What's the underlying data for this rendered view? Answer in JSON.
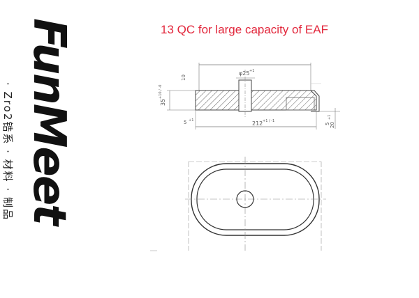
{
  "brand": {
    "logo_text": "FunMeet",
    "tagline": "· Zro2锆系 · 材料 · 制品"
  },
  "title": "13 QC for large capacity of EAF",
  "drawing": {
    "dimensions": {
      "hole_dia": "φ25",
      "hole_tol": "+1",
      "height": "35",
      "height_tol": "+10 / -0",
      "width": "212",
      "width_tol": "+1 / -1",
      "bevel": "5",
      "bevel_tol": "+1",
      "ring_height": "20",
      "ring_tol": "+1",
      "top_ten": "10",
      "small_five": "5"
    }
  }
}
